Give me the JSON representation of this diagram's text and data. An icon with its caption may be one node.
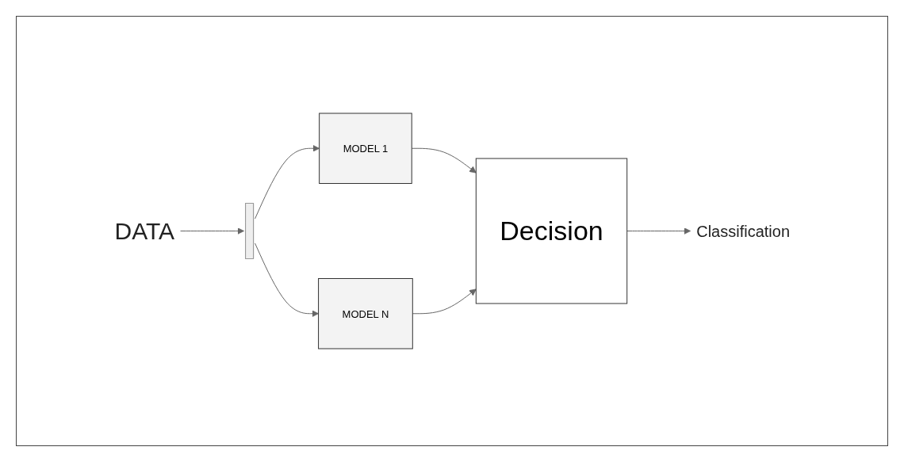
{
  "diagram": {
    "nodes": [
      {
        "text": [
          "DATA"
        ]
      },
      {
        "text": [],
        "shape": "bar"
      },
      {
        "text": [
          "MODEL 1"
        ]
      },
      {
        "text": [
          "MODEL N"
        ]
      },
      {
        "text": [
          "Decision"
        ]
      },
      {
        "text": [
          "Classification"
        ]
      }
    ],
    "edges": [
      {
        "from": 0,
        "to": 1,
        "arrow": "to"
      },
      {
        "from": 1,
        "to": 2,
        "arrow": "to"
      },
      {
        "from": 1,
        "to": 3,
        "arrow": "to"
      },
      {
        "from": 2,
        "to": 4,
        "arrow": "to"
      },
      {
        "from": 3,
        "to": 4,
        "arrow": "to"
      },
      {
        "from": 4,
        "to": 5,
        "arrow": "to"
      }
    ]
  }
}
